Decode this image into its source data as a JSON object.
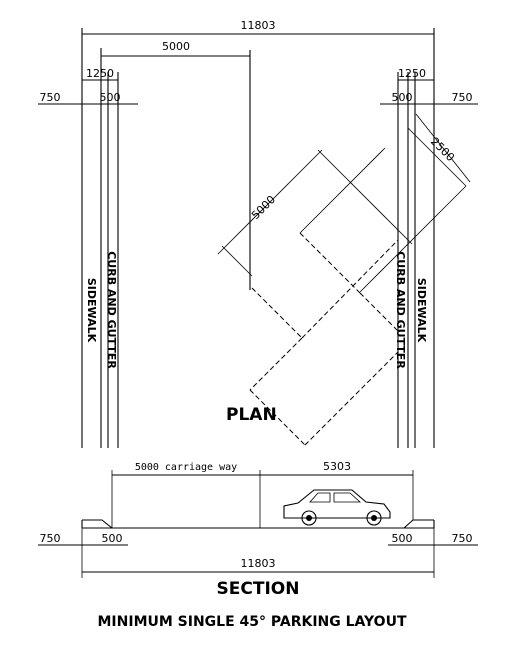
{
  "plan": {
    "overall_width": "11803",
    "carriage_way_left": "5000",
    "left_outer": "1250",
    "left_sidewalk": "750",
    "left_curb": "500",
    "right_outer": "1250",
    "right_curb": "500",
    "right_sidewalk": "750",
    "stall_width": "2500",
    "stall_length": "5000",
    "label_sidewalk_left": "SIDEWALK",
    "label_curb_left": "CURB AND GUTTER",
    "label_curb_right": "CURB AND GUTTER",
    "label_sidewalk_right": "SIDEWALK",
    "view_title": "PLAN"
  },
  "section": {
    "carriage_way": "5000 carriage way",
    "parking_zone": "5303",
    "left_sidewalk": "750",
    "left_curb": "500",
    "right_curb": "500",
    "right_sidewalk": "750",
    "overall_width": "11803",
    "view_title": "SECTION"
  },
  "title": "MINIMUM SINGLE 45° PARKING LAYOUT"
}
